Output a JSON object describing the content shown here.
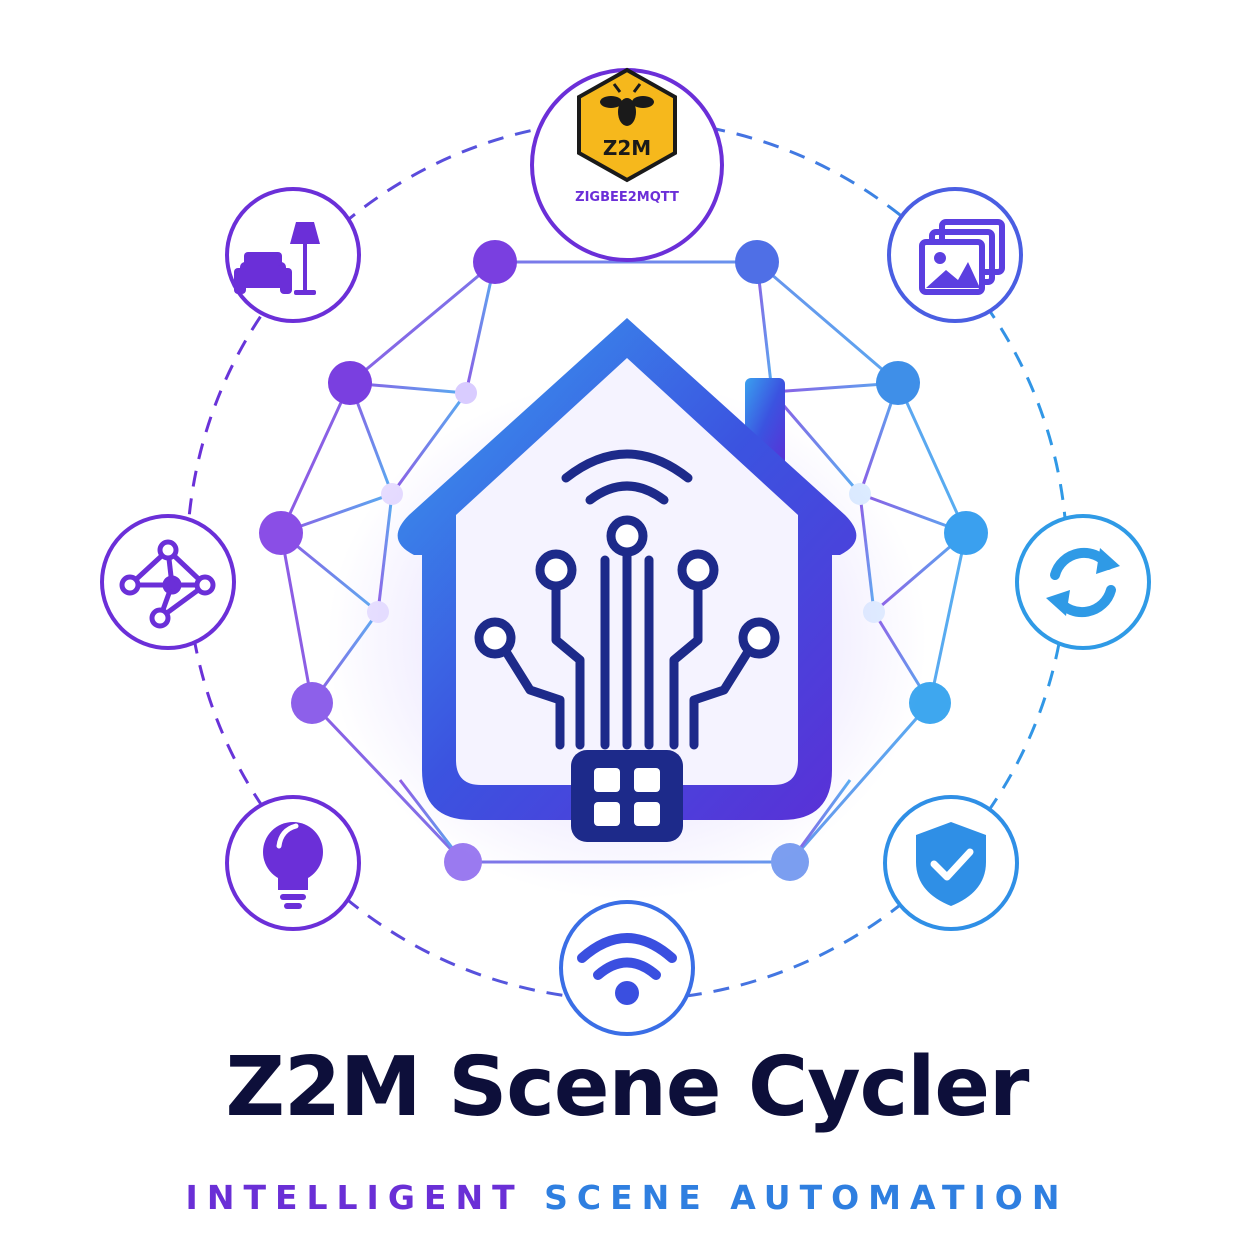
{
  "logo": {
    "title": "Z2M Scene Cycler",
    "subtitle_part1": "INTELLIGENT",
    "subtitle_part2": "SCENE AUTOMATION",
    "badge_text": "Z2M",
    "badge_caption": "ZIGBEE2MQTT"
  },
  "icons": [
    "z2m-bee-hexagon-icon",
    "gallery-images-icon",
    "cycle-arrows-icon",
    "shield-check-icon",
    "wifi-signal-icon",
    "lightbulb-icon",
    "network-graph-icon",
    "sofa-lamp-icon",
    "house-circuit-icon"
  ],
  "colors": {
    "purple": "#6b2fd8",
    "blue": "#2f8fe6",
    "navy": "#0d0f3a",
    "badge_yellow": "#f6b81c"
  }
}
